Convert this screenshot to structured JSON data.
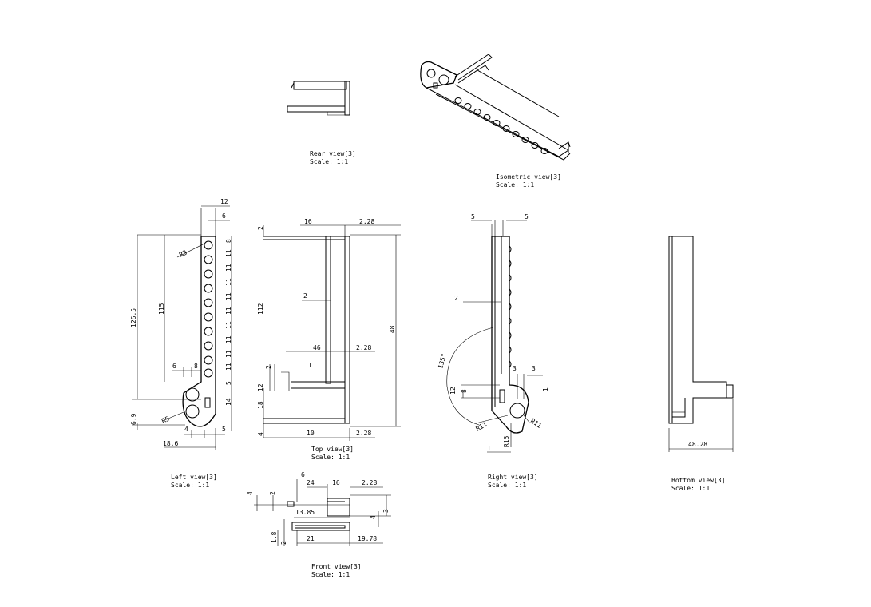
{
  "views": {
    "rear": {
      "title": "Rear view[3]",
      "scale": "Scale:  1:1"
    },
    "isometric": {
      "title": "Isometric view[3]",
      "scale": "Scale:  1:1"
    },
    "left": {
      "title": "Left view[3]",
      "scale": "Scale:  1:1"
    },
    "top": {
      "title": "Top view[3]",
      "scale": "Scale:  1:1"
    },
    "right": {
      "title": "Right view[3]",
      "scale": "Scale:  1:1"
    },
    "bottom": {
      "title": "Bottom view[3]",
      "scale": "Scale:  1:1"
    },
    "front": {
      "title": "Front view[3]",
      "scale": "Scale:  1:1"
    }
  },
  "dims": {
    "left": {
      "d12": "12",
      "d6": "6",
      "d126_5": "126.5",
      "d115": "115",
      "dR3": "R3",
      "d8a": "8",
      "d11": "11",
      "d5": "5",
      "d14": "14",
      "d6b": "6",
      "d8b": "8",
      "d6_9": "6.9",
      "dR5": "R5",
      "d4": "4",
      "d5b": "5",
      "d18_6": "18.6"
    },
    "top": {
      "d16": "16",
      "d2_28a": "2.28",
      "d2a": "2",
      "d148": "148",
      "d112": "112",
      "d2b": "2",
      "d46": "46",
      "d2_28b": "2.28",
      "d2c": "2",
      "d1a": "1",
      "d1b": "1",
      "d12": "12",
      "d18": "18",
      "d4": "4",
      "d10": "10",
      "d2_28c": "2.28"
    },
    "right": {
      "d5a": "5",
      "d5b": "5",
      "d2": "2",
      "d135": "135°",
      "d3a": "3",
      "d3b": "3",
      "d12": "12",
      "d8": "8",
      "d1a": "1",
      "dR11a": "R11",
      "dR11b": "R11",
      "dR15": "R15",
      "d1b": "1"
    },
    "bottom": {
      "d48_28": "48.28"
    },
    "front": {
      "d6": "6",
      "d24": "24",
      "d16": "16",
      "d2_28": "2.28",
      "d4": "4",
      "d2a": "2",
      "d13_85": "13.85",
      "d3": "3",
      "d4b": "4",
      "d1_8": "1.8",
      "d2b": "2",
      "d21": "21",
      "d19_78": "19.78"
    }
  }
}
